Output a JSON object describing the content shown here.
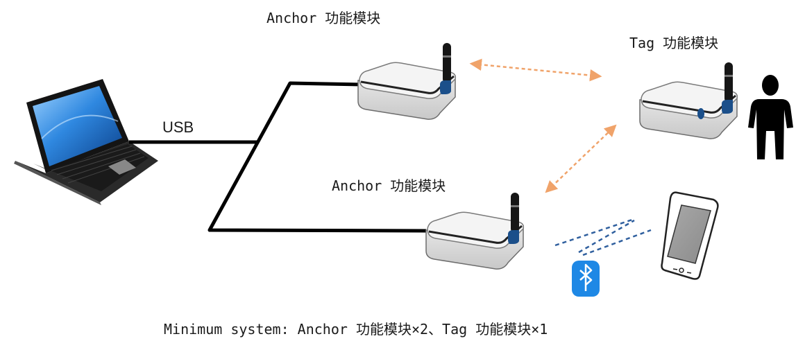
{
  "labels": {
    "anchor_top": "Anchor 功能模块",
    "anchor_bottom": "Anchor 功能模块",
    "tag": "Tag 功能模块",
    "usb": "USB",
    "caption": "Minimum system: Anchor 功能模块×2、Tag 功能模块×1"
  },
  "colors": {
    "cable": "#000000",
    "uwb_link": "#f0a36a",
    "ble_waves": "#2f5f9e",
    "bluetooth": "#1e88e5",
    "module_body": "#dcdcdc",
    "antenna_tip": "#1b4f8a"
  },
  "icons": [
    "laptop-icon",
    "anchor-module-icon",
    "tag-module-icon",
    "person-icon",
    "smartphone-icon",
    "bluetooth-icon"
  ]
}
